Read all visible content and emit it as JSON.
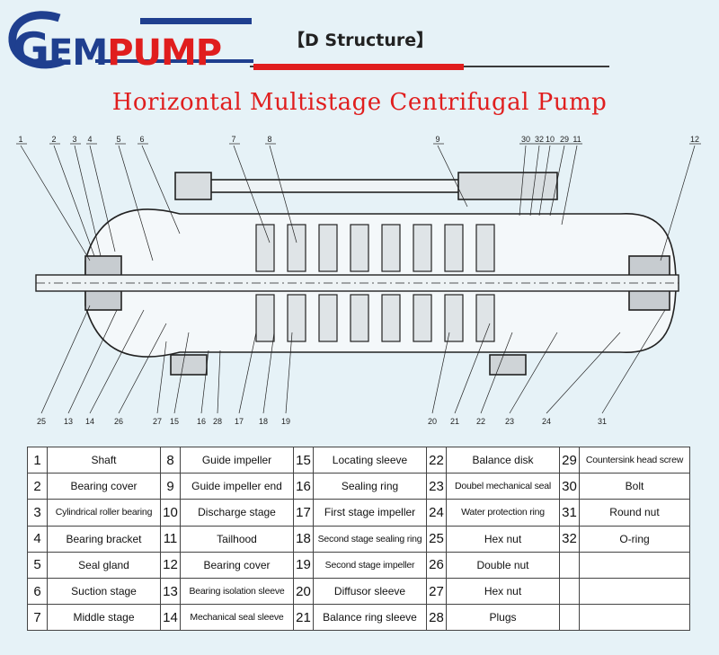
{
  "brand": {
    "logo_text": "GEMPUMP",
    "logo_first": "G",
    "logo_rest_blue": "EM",
    "logo_rest_red": "PUMP"
  },
  "structure_label": "【D Structure】",
  "title": "Horizontal Multistage Centrifugal Pump",
  "colors": {
    "brand_blue": "#1f3f8f",
    "brand_red": "#e01e1e",
    "background": "#e6f2f7"
  },
  "callouts_top": [
    "1",
    "2",
    "3",
    "4",
    "5",
    "6",
    "7",
    "8",
    "9",
    "30",
    "32",
    "10",
    "29",
    "11",
    "12"
  ],
  "callouts_bottom": [
    "25",
    "13",
    "14",
    "26",
    "27",
    "15",
    "16",
    "28",
    "17",
    "18",
    "19",
    "20",
    "21",
    "22",
    "23",
    "24",
    "31"
  ],
  "parts": [
    {
      "no": "1",
      "name": "Shaft"
    },
    {
      "no": "2",
      "name": "Bearing cover"
    },
    {
      "no": "3",
      "name": "Cylindrical roller bearing"
    },
    {
      "no": "4",
      "name": "Bearing bracket"
    },
    {
      "no": "5",
      "name": "Seal gland"
    },
    {
      "no": "6",
      "name": "Suction stage"
    },
    {
      "no": "7",
      "name": "Middle stage"
    },
    {
      "no": "8",
      "name": "Guide impeller"
    },
    {
      "no": "9",
      "name": "Guide impeller end"
    },
    {
      "no": "10",
      "name": "Discharge stage"
    },
    {
      "no": "11",
      "name": "Tailhood"
    },
    {
      "no": "12",
      "name": "Bearing cover"
    },
    {
      "no": "13",
      "name": "Bearing isolation sleeve"
    },
    {
      "no": "14",
      "name": "Mechanical seal sleeve"
    },
    {
      "no": "15",
      "name": "Locating sleeve"
    },
    {
      "no": "16",
      "name": "Sealing ring"
    },
    {
      "no": "17",
      "name": "First stage impeller"
    },
    {
      "no": "18",
      "name": "Second stage sealing ring"
    },
    {
      "no": "19",
      "name": "Second stage impeller"
    },
    {
      "no": "20",
      "name": "Diffusor sleeve"
    },
    {
      "no": "21",
      "name": "Balance ring sleeve"
    },
    {
      "no": "22",
      "name": "Balance disk"
    },
    {
      "no": "23",
      "name": "Doubel mechanical seal"
    },
    {
      "no": "24",
      "name": "Water protection ring"
    },
    {
      "no": "25",
      "name": "Hex nut"
    },
    {
      "no": "26",
      "name": "Double nut"
    },
    {
      "no": "27",
      "name": "Hex nut"
    },
    {
      "no": "28",
      "name": "Plugs"
    },
    {
      "no": "29",
      "name": "Countersink head screw"
    },
    {
      "no": "30",
      "name": "Bolt"
    },
    {
      "no": "31",
      "name": "Round nut"
    },
    {
      "no": "32",
      "name": "O-ring"
    }
  ]
}
